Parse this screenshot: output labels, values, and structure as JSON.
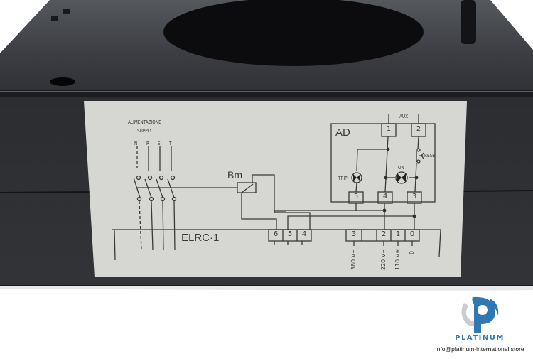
{
  "label": {
    "supply_title_it": "ALIMENTAZIONE",
    "supply_title_en": "SUPPLY",
    "phases": [
      "N",
      "R",
      "S",
      "T"
    ],
    "relay_label": "Bm",
    "device_label": "ELRC·1",
    "module_label": "AD",
    "aux_label": "AUX",
    "trip_label": "TRIP",
    "on_label": "ON",
    "reset_label": "RESET",
    "module_terminals_top": [
      "1",
      "2"
    ],
    "module_terminals_bottom": [
      "5",
      "4",
      "3"
    ],
    "device_terminals_left": [
      "6",
      "5",
      "4"
    ],
    "device_terminals_right": [
      "3",
      "",
      "2",
      "1",
      "0"
    ],
    "voltage_labels": [
      "380 V∼",
      "220 V∼",
      "110 V≅",
      "0"
    ]
  },
  "branding": {
    "name": "PLATINUM",
    "email": "Info@platinum-international.store",
    "logo_color": "#2f78b4",
    "logo_secondary": "#c9ccd0"
  },
  "colors": {
    "housing": "#2e3034",
    "housing_dark": "#1c1d20",
    "label_bg": "#d6d6d3",
    "ink": "#3a3a3a"
  }
}
